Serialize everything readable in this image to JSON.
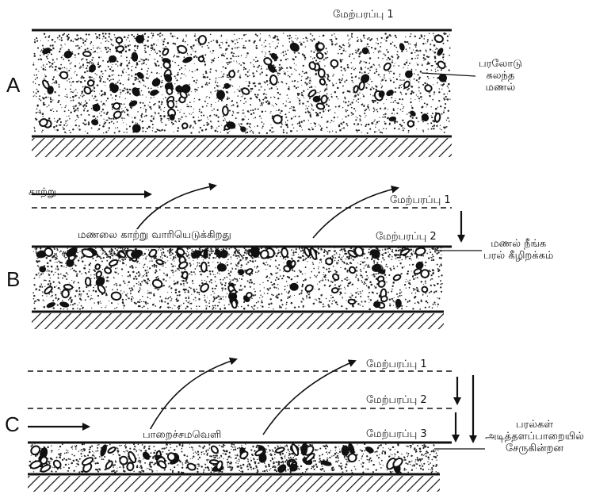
{
  "panels": [
    {
      "letter": "A",
      "surface_labels": [
        "மேற்பரப்பு 1"
      ],
      "side_label_lines": [
        "பரலோடு",
        "கலந்த",
        "மணல்"
      ]
    },
    {
      "letter": "B",
      "wind_label": "காற்று",
      "action_label": "மணலை காற்று வாரியெடுக்கிறது",
      "surface_labels": [
        "மேற்பரப்பு 1",
        "மேற்பரப்பு 2"
      ],
      "side_label_lines": [
        "மணல் நீங்க",
        "பரல் கீழிறக்கம்"
      ]
    },
    {
      "letter": "C",
      "action_label": "பாறைச்சமவெளி",
      "surface_labels": [
        "மேற்பரப்பு 1",
        "மேற்பரப்பு 2",
        "மேற்பரப்பு 3"
      ],
      "side_label_lines": [
        "பரல்கள்",
        "அடித்தளப்பாறையில்",
        "சேருகின்றன"
      ]
    }
  ]
}
